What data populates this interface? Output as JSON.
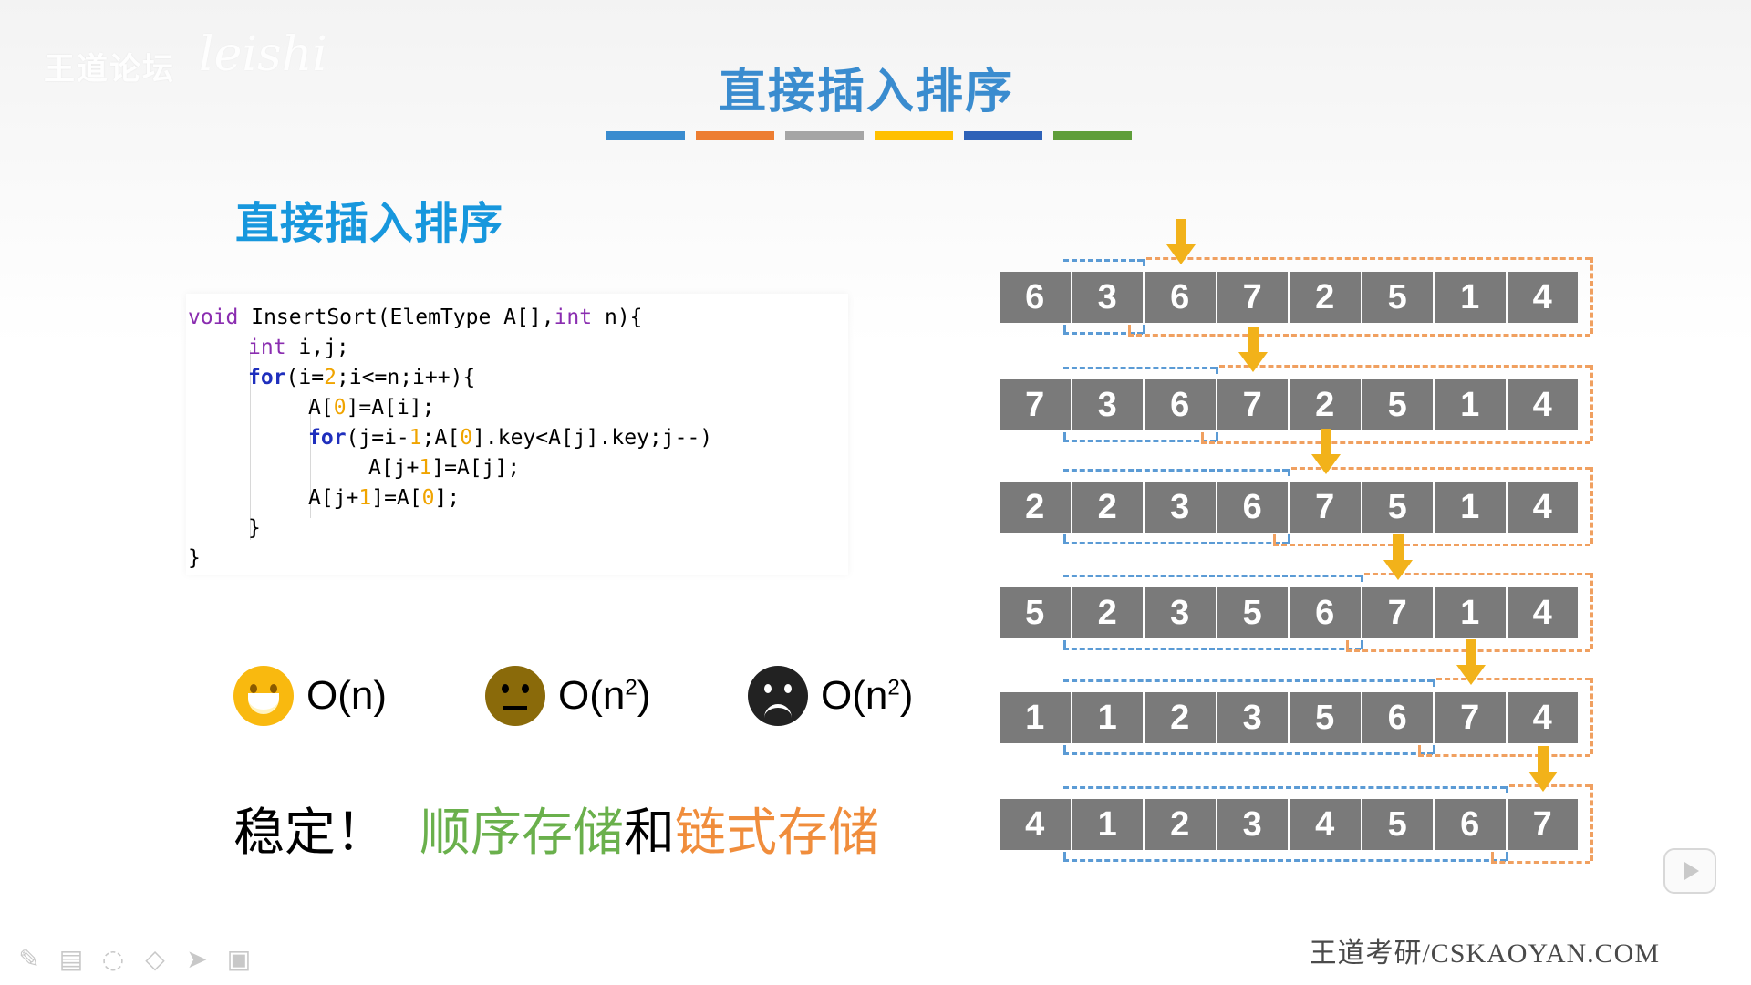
{
  "watermark": {
    "text": "王道论坛",
    "signature": "leishi"
  },
  "slide": {
    "title": "直接插入排序",
    "subtitle": "直接插入排序",
    "color_bars": [
      "#3a8ccf",
      "#ed7d31",
      "#a5a5a5",
      "#ffc000",
      "#2e62b8",
      "#5f9e3a"
    ]
  },
  "code": {
    "lines": [
      {
        "indent": 0,
        "tokens": [
          [
            "kw",
            "void"
          ],
          [
            "t",
            " InsertSort(ElemType A[],"
          ],
          [
            "kw",
            "int"
          ],
          [
            "t",
            " n){"
          ]
        ]
      },
      {
        "indent": 1,
        "tokens": [
          [
            "kw",
            "int"
          ],
          [
            "t",
            " i,j;"
          ]
        ]
      },
      {
        "indent": 1,
        "tokens": [
          [
            "kwb",
            "for"
          ],
          [
            "t",
            "(i="
          ],
          [
            "num",
            "2"
          ],
          [
            "t",
            ";i<=n;i++){"
          ]
        ]
      },
      {
        "indent": 2,
        "tokens": [
          [
            "t",
            "A["
          ],
          [
            "num",
            "0"
          ],
          [
            "t",
            "]=A[i];"
          ]
        ]
      },
      {
        "indent": 2,
        "tokens": [
          [
            "kwb",
            "for"
          ],
          [
            "t",
            "(j=i-"
          ],
          [
            "num",
            "1"
          ],
          [
            "t",
            ";A["
          ],
          [
            "num",
            "0"
          ],
          [
            "t",
            "].key<A[j].key;j--)"
          ]
        ]
      },
      {
        "indent": 3,
        "tokens": [
          [
            "t",
            "A[j+"
          ],
          [
            "num",
            "1"
          ],
          [
            "t",
            "]=A[j];"
          ]
        ]
      },
      {
        "indent": 2,
        "tokens": [
          [
            "t",
            "A[j+"
          ],
          [
            "num",
            "1"
          ],
          [
            "t",
            "]=A["
          ],
          [
            "num",
            "0"
          ],
          [
            "t",
            "];"
          ]
        ]
      },
      {
        "indent": 1,
        "tokens": [
          [
            "t",
            "}"
          ]
        ]
      },
      {
        "indent": 0,
        "tokens": [
          [
            "t",
            "}"
          ]
        ]
      }
    ]
  },
  "complexity": [
    {
      "face": "smile",
      "color": "#f9b90f",
      "label": "O(n)",
      "base": "O(n",
      "sup": "",
      "tail": ")"
    },
    {
      "face": "neutral",
      "color": "#8a6a0a",
      "label": "O(n2)",
      "base": "O(n",
      "sup": "2",
      "tail": ")"
    },
    {
      "face": "sad",
      "color": "#222222",
      "label": "O(n2)",
      "base": "O(n",
      "sup": "2",
      "tail": ")"
    }
  ],
  "stability": {
    "text": "稳定！"
  },
  "storage": {
    "part1": "顺序存储",
    "part2": "和",
    "part3": "链式存储"
  },
  "sort_steps": [
    [
      6,
      3,
      6,
      7,
      2,
      5,
      1,
      4
    ],
    [
      7,
      3,
      6,
      7,
      2,
      5,
      1,
      4
    ],
    [
      2,
      2,
      3,
      6,
      7,
      5,
      1,
      4
    ],
    [
      5,
      2,
      3,
      5,
      6,
      7,
      1,
      4
    ],
    [
      1,
      1,
      2,
      3,
      5,
      6,
      7,
      4
    ],
    [
      4,
      1,
      2,
      3,
      4,
      5,
      6,
      7
    ]
  ],
  "footer": {
    "text": "王道考研/CSKAOYAN.COM"
  },
  "toolbar": {
    "items": [
      "pen-icon",
      "slide-icon",
      "lasso-icon",
      "eraser-icon",
      "pointer-icon",
      "camera-icon"
    ]
  }
}
